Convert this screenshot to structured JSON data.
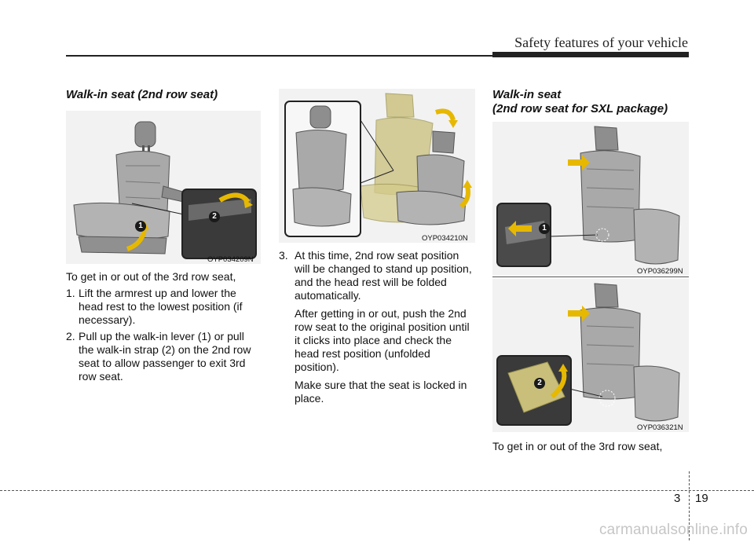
{
  "header": {
    "title": "Safety features of your vehicle"
  },
  "col1": {
    "heading": "Walk-in seat (2nd row seat)",
    "figure_code": "OYP034209N",
    "callouts": [
      "1",
      "2"
    ],
    "intro": "To get in or out of the 3rd row seat,",
    "steps": [
      {
        "num": "1.",
        "text": "Lift the armrest up and lower the head rest to the lowest position (if necessary)."
      },
      {
        "num": "2.",
        "text": "Pull up the walk-in lever (1) or pull the walk-in strap (2) on the 2nd row seat to allow passenger to exit 3rd row seat."
      }
    ]
  },
  "col2": {
    "figure_code": "OYP034210N",
    "step3": {
      "num": "3.",
      "text": "At this time, 2nd row seat position will be changed to stand up position, and the head rest will be folded automatically."
    },
    "para1": "After getting in or out, push the 2nd row seat to the original position until it clicks into place and check the head rest position (unfolded position).",
    "para2": "Make sure that the seat is locked in place."
  },
  "col3": {
    "heading_line1": "Walk-in seat",
    "heading_line2": "(2nd row seat for SXL package)",
    "figure1_code": "OYP036299N",
    "figure2_code": "OYP036321N",
    "callout1": "1",
    "callout2": "2",
    "intro": "To get in or out of the 3rd row seat,"
  },
  "footer": {
    "chapter": "3",
    "page": "19",
    "watermark": "carmanualsonline.info"
  },
  "colors": {
    "rule": "#222222",
    "seat_gray": "#9a9a9a",
    "seat_beige": "#c9bf7a",
    "arrow_yellow": "#e6b800"
  }
}
